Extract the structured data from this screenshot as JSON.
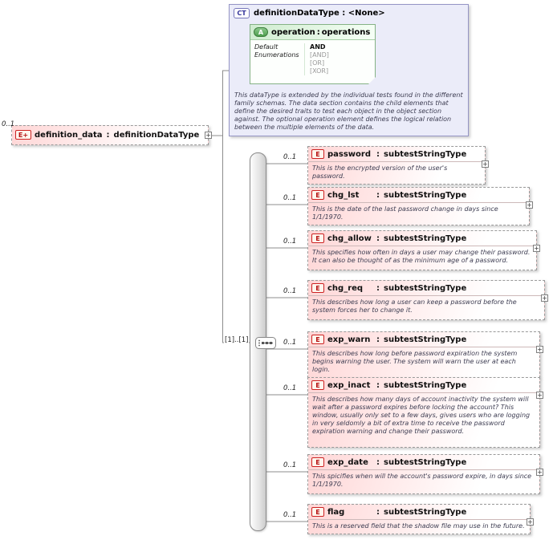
{
  "labels": {
    "colon": ":",
    "plus": "+"
  },
  "complex_type": {
    "badge": "CT",
    "title": "definitionDataType : <None>",
    "attribute": {
      "badge": "A",
      "name": "operation",
      "type": "operations",
      "default_label": "Default",
      "enumerations_label": "Enumerations",
      "default_value": "AND",
      "enumerations": [
        "[AND]",
        "[OR]",
        "[XOR]"
      ]
    },
    "documentation": "This dataType is extended by the individual tests found in the different family schemas.  The data section contains the child elements that define the desired traits to test each object in the object section against.  The optional operation element defines the logical relation between the multiple elements of the data."
  },
  "root_element": {
    "badge": "E+",
    "cardinality": "0..1",
    "name": "definition_data",
    "type": "definitionDataType"
  },
  "sequence": {
    "occurrence": "[1]..[1]"
  },
  "children": [
    {
      "badge": "E",
      "cardinality": "0..1",
      "name": "password",
      "type": "subtestStringType",
      "doc": "This is the encrypted version of the user's password."
    },
    {
      "badge": "E",
      "cardinality": "0..1",
      "name": "chg_lst",
      "type": "subtestStringType",
      "doc": "This is the date of the last password change in days since 1/1/1970."
    },
    {
      "badge": "E",
      "cardinality": "0..1",
      "name": "chg_allow",
      "type": "subtestStringType",
      "doc": "This specifies how often in days a user may change their password.  It can also be thought of as the minimum age of a password."
    },
    {
      "badge": "E",
      "cardinality": "0..1",
      "name": "chg_req",
      "type": "subtestStringType",
      "doc": "This describes how long a user can keep a password before the system forces her to change it."
    },
    {
      "badge": "E",
      "cardinality": "0..1",
      "name": "exp_warn",
      "type": "subtestStringType",
      "doc": "This describes how long before password expiration the system begins warning the user.  The system will warn the user at each login."
    },
    {
      "badge": "E",
      "cardinality": "0..1",
      "name": "exp_inact",
      "type": "subtestStringType",
      "doc": "This describes how many days of account inactivity the system will wait after a password expires before locking the account? This window, usually only set to a few days, gives users who are logging in very seldomly a bit of extra time to receive the password expiration warning and change their password."
    },
    {
      "badge": "E",
      "cardinality": "0..1",
      "name": "exp_date",
      "type": "subtestStringType",
      "doc": "This spicifies when will the account's password expire, in days since 1/1/1970."
    },
    {
      "badge": "E",
      "cardinality": "0..1",
      "name": "flag",
      "type": "subtestStringType",
      "doc": "This is a reserved field that the shadow file may use in the future."
    }
  ]
}
